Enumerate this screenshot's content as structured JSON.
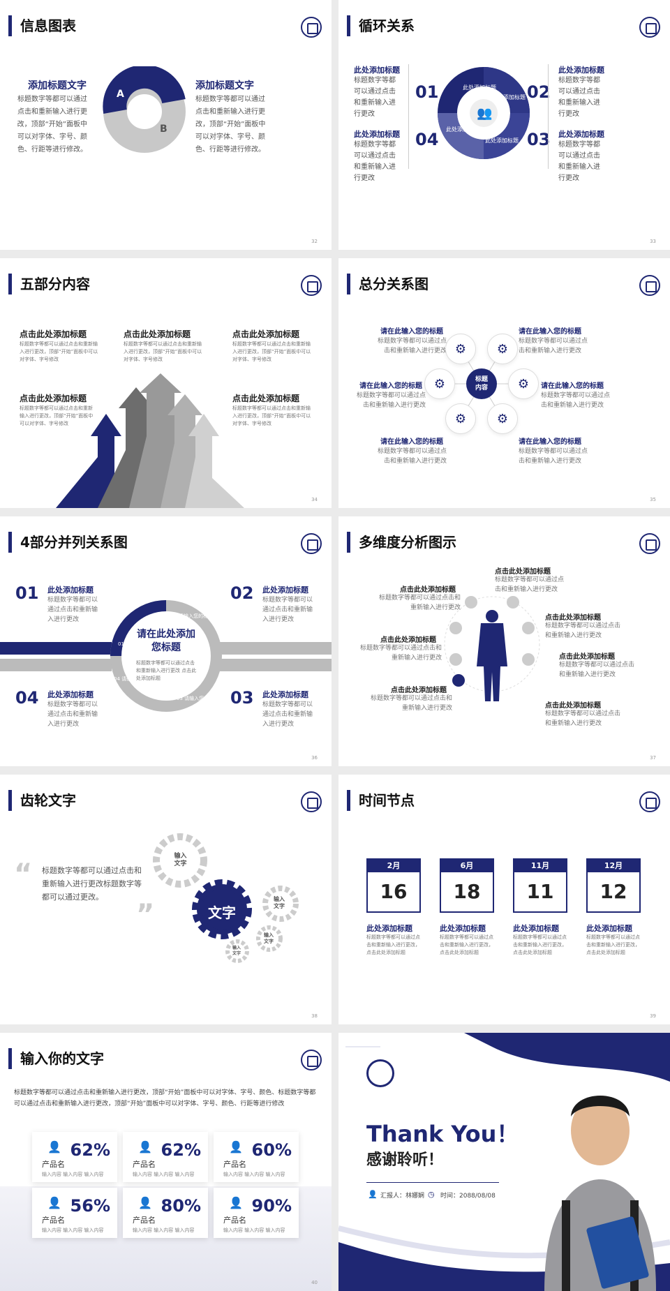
{
  "slides": {
    "s32": {
      "title": "信息图表",
      "page": "32",
      "left": {
        "heading": "添加标题文字",
        "body": "标题数字等都可以通过点击和重新输入进行更改，顶部“开始”面板中可以对字体、字号、颜色、行距等进行修改。"
      },
      "right": {
        "heading": "添加标题文字",
        "body": "标题数字等都可以通过点击和重新输入进行更改，顶部“开始”面板中可以对字体、字号、颜色、行距等进行修改。"
      },
      "donut": {
        "a": "A",
        "b": "B"
      }
    },
    "s33": {
      "title": "循环关系",
      "page": "33",
      "items": [
        {
          "num": "01",
          "heading": "此处添加标题",
          "body": "标题数字等都可以通过点击和重新输入进行更改"
        },
        {
          "num": "02",
          "heading": "此处添加标题",
          "body": "标题数字等都可以通过点击和重新输入进行更改"
        },
        {
          "num": "03",
          "heading": "此处添加标题",
          "body": "标题数字等都可以通过点击和重新输入进行更改"
        },
        {
          "num": "04",
          "heading": "此处添加标题",
          "body": "标题数字等都可以通过点击和重新输入进行更改"
        }
      ],
      "ring": [
        "此处添加标题",
        "此处添加标题",
        "此处添加标题",
        "此处添加标题"
      ]
    },
    "s34": {
      "title": "五部分内容",
      "page": "34",
      "items": [
        {
          "heading": "点击此处添加标题",
          "body": "标题数字等都可以通过点击和重新输入进行更改，顶部“开始”面板中可以对字体、字号修改"
        },
        {
          "heading": "点击此处添加标题",
          "body": "标题数字等都可以通过点击和重新输入进行更改，顶部“开始”面板中可以对字体、字号修改"
        },
        {
          "heading": "点击此处添加标题",
          "body": "标题数字等都可以通过点击和重新输入进行更改，顶部“开始”面板中可以对字体、字号修改"
        },
        {
          "heading": "点击此处添加标题",
          "body": "标题数字等都可以通过点击和重新输入进行更改，顶部“开始”面板中可以对字体、字号修改"
        },
        {
          "heading": "点击此处添加标题",
          "body": "标题数字等都可以通过点击和重新输入进行更改，顶部“开始”面板中可以对字体、字号修改"
        }
      ]
    },
    "s35": {
      "title": "总分关系图",
      "page": "35",
      "center": "标题内容",
      "items": [
        {
          "heading": "请在此输入您的标题",
          "body": "标题数字等都可以通过点击和重新输入进行更改"
        },
        {
          "heading": "请在此输入您的标题",
          "body": "标题数字等都可以通过点击和重新输入进行更改"
        },
        {
          "heading": "请在此输入您的标题",
          "body": "标题数字等都可以通过点击和重新输入进行更改"
        },
        {
          "heading": "请在此输入您的标题",
          "body": "标题数字等都可以通过点击和重新输入进行更改"
        },
        {
          "heading": "请在此输入您的标题",
          "body": "标题数字等都可以通过点击和重新输入进行更改"
        },
        {
          "heading": "请在此输入您的标题",
          "body": "标题数字等都可以通过点击和重新输入进行更改"
        }
      ]
    },
    "s36": {
      "title": "4部分并列关系图",
      "page": "36",
      "center_title": "请在此处添加您标题",
      "center_body": "标题数字等都可以通过点击和重新输入进行更改 点击此处添加标题",
      "ring": [
        "01 请输入您的标题文字内容",
        "02 请输入您的标题文字内容",
        "03 请输入您的标题文字内容",
        "04 请输入您的标题文字内容"
      ],
      "items": [
        {
          "num": "01",
          "heading": "此处添加标题",
          "body": "标题数字等都可以通过点击和重新输入进行更改"
        },
        {
          "num": "02",
          "heading": "此处添加标题",
          "body": "标题数字等都可以通过点击和重新输入进行更改"
        },
        {
          "num": "03",
          "heading": "此处添加标题",
          "body": "标题数字等都可以通过点击和重新输入进行更改"
        },
        {
          "num": "04",
          "heading": "此处添加标题",
          "body": "标题数字等都可以通过点击和重新输入进行更改"
        }
      ]
    },
    "s37": {
      "title": "多维度分析图示",
      "page": "37",
      "items": [
        {
          "heading": "点击此处添加标题",
          "body": "标题数字等都可以通过点击和重新输入进行更改"
        },
        {
          "heading": "点击此处添加标题",
          "body": "标题数字等都可以通过点击和重新输入进行更改"
        },
        {
          "heading": "点击此处添加标题",
          "body": "标题数字等都可以通过点击和重新输入进行更改"
        },
        {
          "heading": "点击此处添加标题",
          "body": "标题数字等都可以通过点击和重新输入进行更改"
        },
        {
          "heading": "点击此处添加标题",
          "body": "标题数字等都可以通过点击和重新输入进行更改"
        },
        {
          "heading": "点击此处添加标题",
          "body": "标题数字等都可以通过点击和重新输入进行更改"
        },
        {
          "heading": "点击此处添加标题",
          "body": "标题数字等都可以通过点击和重新输入进行更改"
        }
      ]
    },
    "s38": {
      "title": "齿轮文字",
      "page": "38",
      "quote": "标题数字等都可以通过点击和重新输入进行更改标题数字等都可以通过更改。",
      "gears": {
        "main": "文字",
        "g1": "输入文字",
        "g2": "输入文字",
        "g3": "输入文字",
        "g4": "输入文字"
      }
    },
    "s39": {
      "title": "时间节点",
      "page": "39",
      "items": [
        {
          "month": "2月",
          "day": "16",
          "heading": "此处添加标题",
          "body": "标题数字等都可以通过点击和重新输入进行更改，点击此处添加标题"
        },
        {
          "month": "6月",
          "day": "18",
          "heading": "此处添加标题",
          "body": "标题数字等都可以通过点击和重新输入进行更改，点击此处添加标题"
        },
        {
          "month": "11月",
          "day": "11",
          "heading": "此处添加标题",
          "body": "标题数字等都可以通过点击和重新输入进行更改，点击此处添加标题"
        },
        {
          "month": "12月",
          "day": "12",
          "heading": "此处添加标题",
          "body": "标题数字等都可以通过点击和重新输入进行更改，点击此处添加标题"
        }
      ]
    },
    "s40": {
      "title": "输入你的文字",
      "page": "40",
      "intro": "标题数字等都可以通过点击和重新输入进行更改，顶部“开始”面板中可以对字体、字号、颜色、标题数字等都可以通过点击和重新输入进行更改，顶部“开始”面板中可以对字体、字号、颜色、行距等进行修改",
      "cards": [
        {
          "pct": "62%",
          "name": "产品名",
          "inputs": "输入内容 输入内容 输入内容"
        },
        {
          "pct": "62%",
          "name": "产品名",
          "inputs": "输入内容 输入内容 输入内容"
        },
        {
          "pct": "60%",
          "name": "产品名",
          "inputs": "输入内容 输入内容 输入内容"
        },
        {
          "pct": "56%",
          "name": "产品名",
          "inputs": "输入内容 输入内容 输入内容"
        },
        {
          "pct": "80%",
          "name": "产品名",
          "inputs": "输入内容 输入内容 输入内容"
        },
        {
          "pct": "90%",
          "name": "产品名",
          "inputs": "输入内容 输入内容 输入内容"
        }
      ]
    },
    "thanks": {
      "title": "Thank You！",
      "subtitle": "感谢聆听！",
      "reporter": "汇报人：林娜娴",
      "time": "时间：2088/08/08"
    }
  },
  "colors": {
    "navy": "#1f2773",
    "gray": "#bfbfbf",
    "dark_gray": "#7f7f7f"
  }
}
